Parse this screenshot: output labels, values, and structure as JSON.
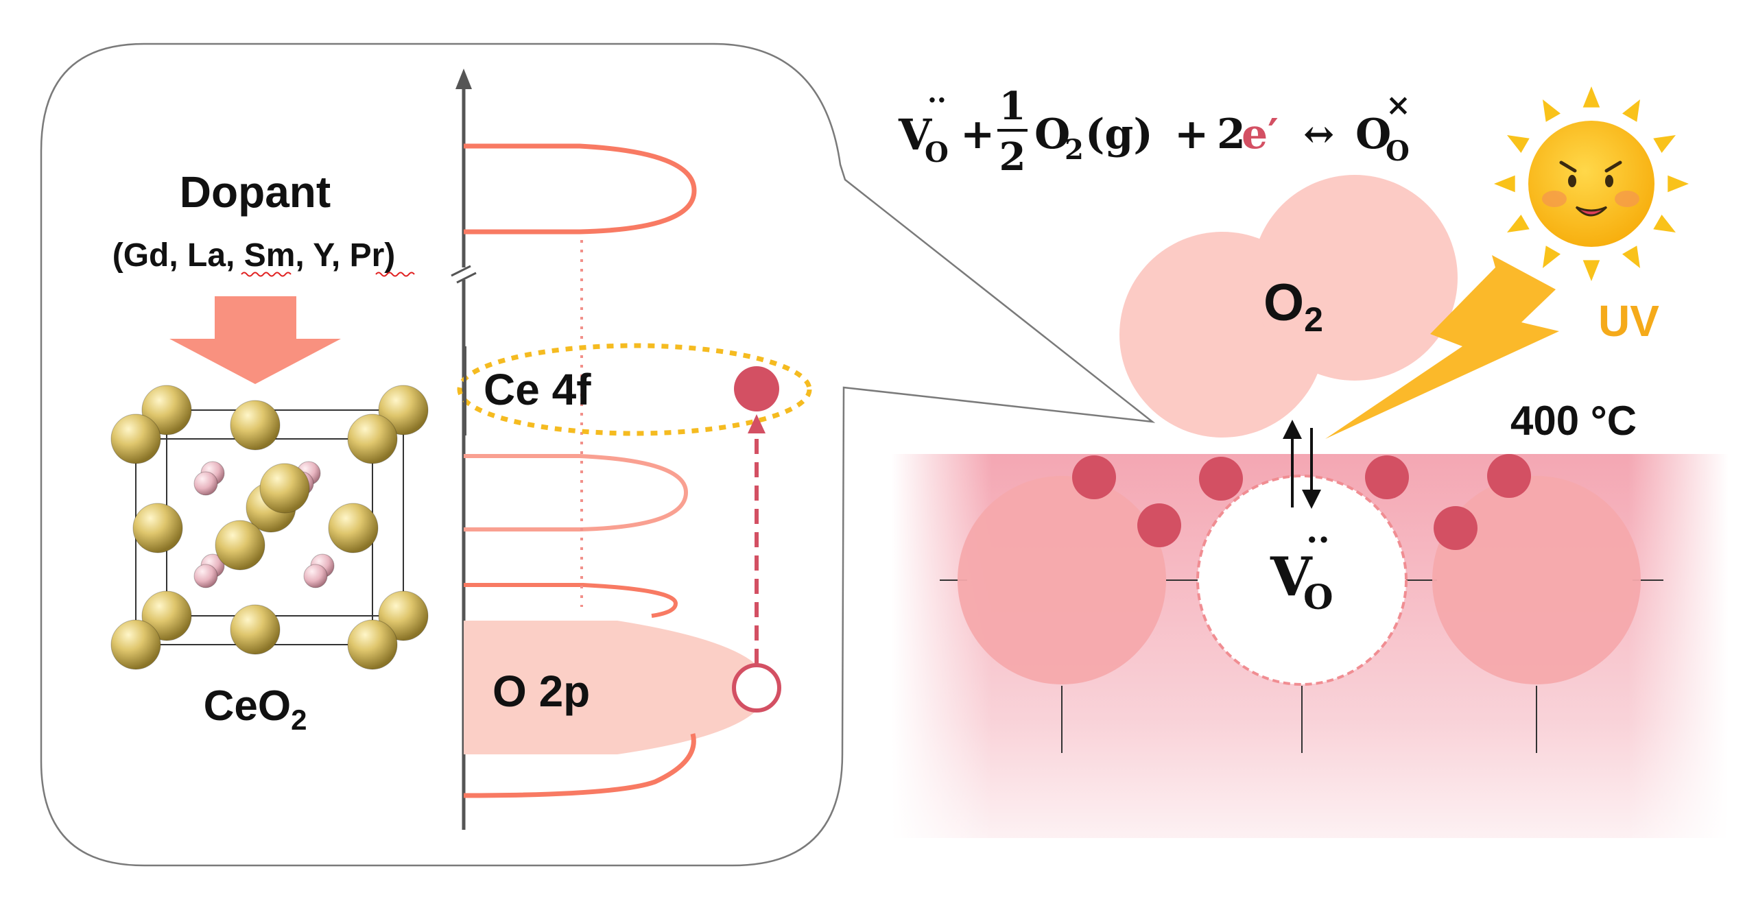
{
  "dopant": {
    "title": "Dopant",
    "list_open": "(Gd, La, ",
    "list_sm": "Sm",
    "list_mid": ", Y, ",
    "list_pr": "Pr",
    "list_close": ")"
  },
  "crystal": {
    "label_main": "CeO",
    "label_sub": "2"
  },
  "bands": {
    "ce4f": "Ce 4f",
    "o2p": "O 2p"
  },
  "reaction": {
    "vacancy": "V",
    "vacancy_sub": "O",
    "vacancy_sup": "··",
    "plus1": "+",
    "half_num": "1",
    "half_den": "2",
    "o2": "O",
    "o2_sub": "2",
    "gas": "(g)",
    "plus2": "+",
    "coef": "2",
    "electron": "e′",
    "arrow": "↔",
    "product": "O",
    "product_sub": "O",
    "product_sup": "×"
  },
  "gas_label": {
    "main": "O",
    "sub": "2"
  },
  "uv_label": "UV",
  "temperature": "400 °C",
  "vacancy_label": {
    "main": "V",
    "sub": "O",
    "sup": "··"
  },
  "colors": {
    "salmon": "#f87a63",
    "pink_light": "#fbcfc6",
    "pink_surface": "#f7b3b8",
    "electron_red": "#d35063",
    "orbit_yellow": "#f5bb20",
    "ce_atom": "#d9c36a",
    "o_atom": "#e8b5c0",
    "sun": "#fdbf10",
    "bolt": "#fbb92a"
  },
  "icons": {
    "sun": "sun-face-icon",
    "bolt": "lightning-bolt-icon",
    "arrow": "down-arrow-icon",
    "exchange": "up-down-arrows-icon"
  }
}
